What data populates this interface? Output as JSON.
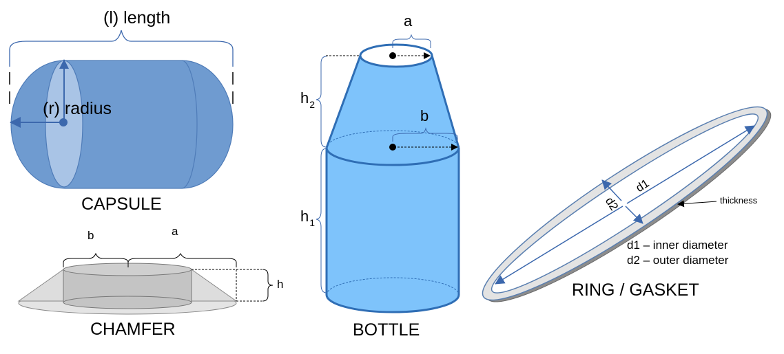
{
  "capsule": {
    "length_label": "(l) length",
    "radius_label": "(r) radius",
    "caption": "CAPSULE"
  },
  "chamfer": {
    "b_label": "b",
    "a_label": "a",
    "h_label": "h",
    "caption": "CHAMFER"
  },
  "bottle": {
    "a_label": "a",
    "b_label": "b",
    "h2_main": "h",
    "h2_sub": "2",
    "h1_main": "h",
    "h1_sub": "1",
    "caption": "BOTTLE"
  },
  "ring": {
    "d1_label": "d1",
    "d2_label": "d2",
    "thickness_label": "thickness",
    "legend_d1": "d1 – inner diameter",
    "legend_d2": "d2 – outer diameter",
    "caption": "RING / GASKET"
  },
  "colors": {
    "capsule_fill": "#6f9bd0",
    "capsule_face": "#a9c4e6",
    "bottle_fill": "#7ec3fb",
    "bottle_stroke": "#2f6eb5",
    "chamfer_fill": "#d4d4d4",
    "ring_fill": "#e3e3e3",
    "arrow_blue": "#3c68ad"
  }
}
